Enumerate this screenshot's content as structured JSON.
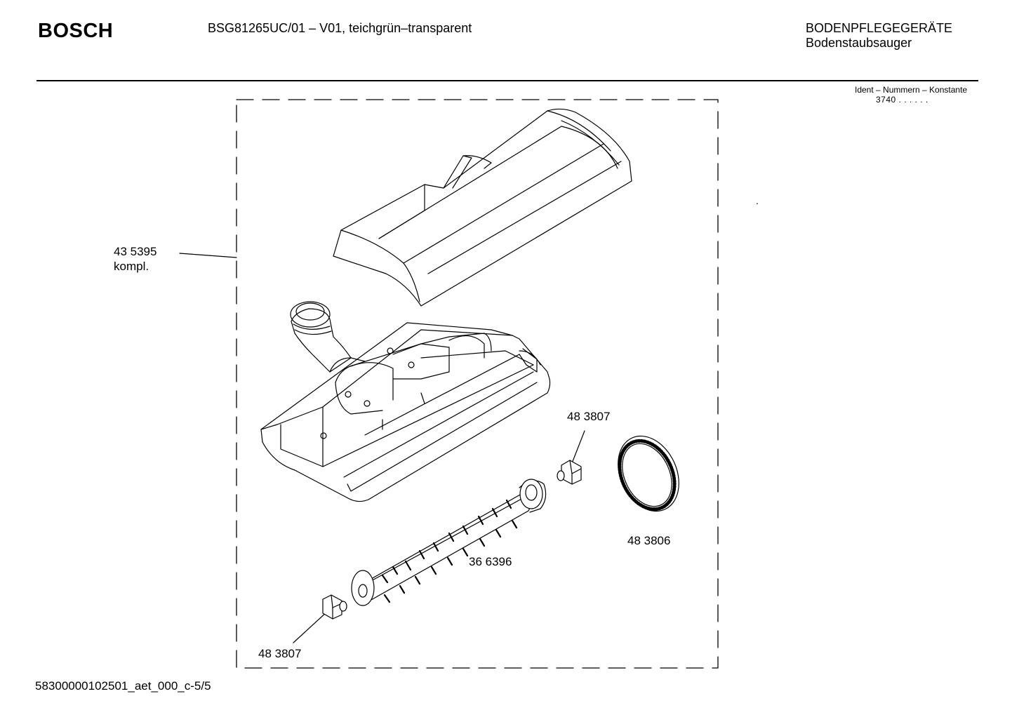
{
  "header": {
    "brand": "BOSCH",
    "model": "BSG81265UC/01 – V01, teichgrün–transparent",
    "category": "BODENPFLEGEGERÄTE",
    "subcategory": "Bodenstaubsauger",
    "ident_label": "Ident – Nummern – Konstante",
    "ident_number": "3740  . .     . . . ."
  },
  "stray_mark": ".",
  "parts": [
    {
      "number": "43 5395",
      "note": "kompl."
    },
    {
      "number": "48 3807"
    },
    {
      "number": "48 3806"
    },
    {
      "number": "36 6396"
    },
    {
      "number": "48 3807"
    }
  ],
  "footer": {
    "doc_id": "58300000102501_aet_000_c-5/5"
  }
}
